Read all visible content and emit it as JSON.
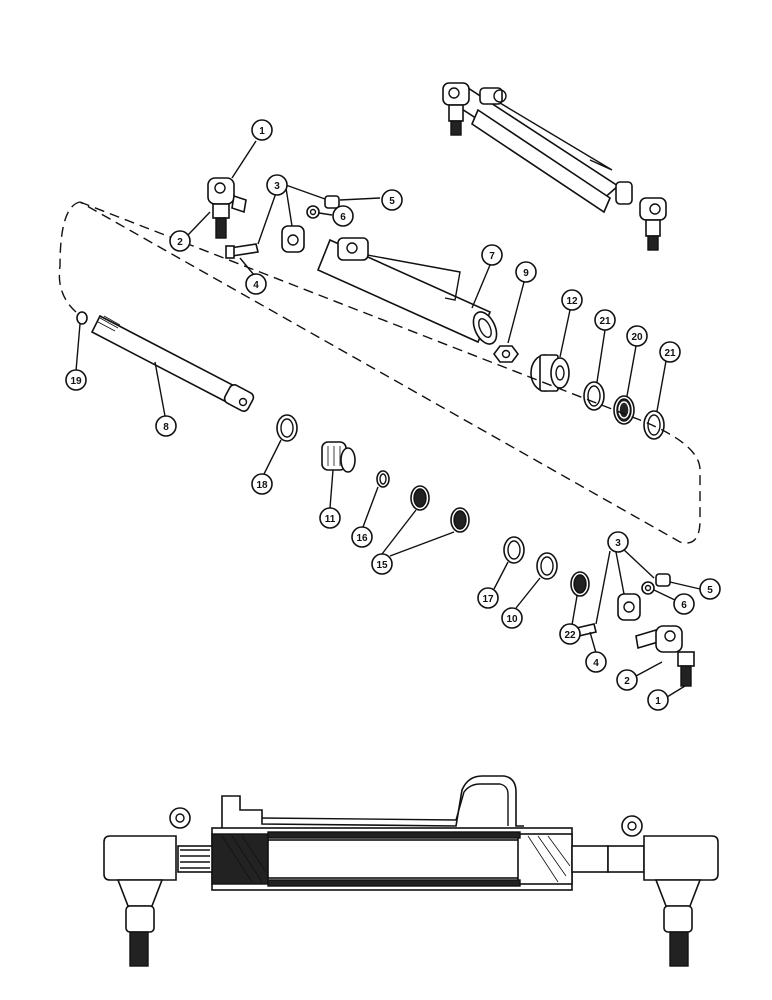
{
  "diagram": {
    "callouts": [
      {
        "id": "c1a",
        "label": "1"
      },
      {
        "id": "c2a",
        "label": "2"
      },
      {
        "id": "c3a",
        "label": "3"
      },
      {
        "id": "c4a",
        "label": "4"
      },
      {
        "id": "c5a",
        "label": "5"
      },
      {
        "id": "c6a",
        "label": "6"
      },
      {
        "id": "c7",
        "label": "7"
      },
      {
        "id": "c8",
        "label": "8"
      },
      {
        "id": "c9",
        "label": "9"
      },
      {
        "id": "c10",
        "label": "10"
      },
      {
        "id": "c11",
        "label": "11"
      },
      {
        "id": "c12",
        "label": "12"
      },
      {
        "id": "c15",
        "label": "15"
      },
      {
        "id": "c16",
        "label": "16"
      },
      {
        "id": "c17",
        "label": "17"
      },
      {
        "id": "c18",
        "label": "18"
      },
      {
        "id": "c19",
        "label": "19"
      },
      {
        "id": "c20",
        "label": "20"
      },
      {
        "id": "c21a",
        "label": "21"
      },
      {
        "id": "c21b",
        "label": "21"
      },
      {
        "id": "c22",
        "label": "22"
      },
      {
        "id": "c3b",
        "label": "3"
      },
      {
        "id": "c5b",
        "label": "5"
      },
      {
        "id": "c6b",
        "label": "6"
      },
      {
        "id": "c4b",
        "label": "4"
      },
      {
        "id": "c2b",
        "label": "2"
      },
      {
        "id": "c1b",
        "label": "1"
      }
    ]
  }
}
